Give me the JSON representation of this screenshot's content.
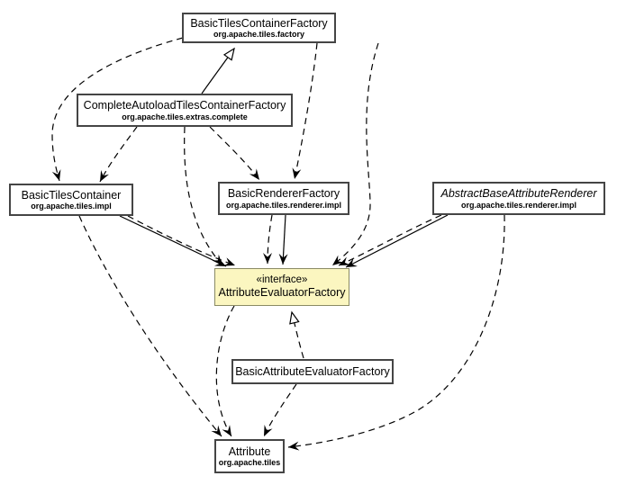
{
  "diagram": {
    "type": "uml-class-diagram",
    "title": "AttributeEvaluatorFactory dependency diagram",
    "colors": {
      "background": "#ffffff",
      "node_fill": "#ffffff",
      "node_border": "#454545",
      "interface_fill": "#fbf6c0",
      "interface_border": "#8a8a64",
      "edge": "#000000"
    },
    "nodes": [
      {
        "id": "basic-tiles-container-factory",
        "name": "BasicTilesContainerFactory",
        "package": "org.apache.tiles.factory"
      },
      {
        "id": "complete-autoload-tiles-container-factory",
        "name": "CompleteAutoloadTilesContainerFactory",
        "package": "org.apache.tiles.extras.complete"
      },
      {
        "id": "basic-tiles-container",
        "name": "BasicTilesContainer",
        "package": "org.apache.tiles.impl"
      },
      {
        "id": "basic-renderer-factory",
        "name": "BasicRendererFactory",
        "package": "org.apache.tiles.renderer.impl"
      },
      {
        "id": "abstract-base-attribute-renderer",
        "name": "AbstractBaseAttributeRenderer",
        "package": "org.apache.tiles.renderer.impl",
        "abstract": true
      },
      {
        "id": "attribute-evaluator-factory",
        "stereotype": "«interface»",
        "name": "AttributeEvaluatorFactory",
        "highlighted": true
      },
      {
        "id": "basic-attribute-evaluator-factory",
        "name": "BasicAttributeEvaluatorFactory"
      },
      {
        "id": "attribute",
        "name": "Attribute",
        "package": "org.apache.tiles"
      }
    ],
    "edges": [
      {
        "from": "CompleteAutoloadTilesContainerFactory",
        "to": "BasicTilesContainerFactory",
        "relation": "generalization",
        "line": "solid"
      },
      {
        "from": "BasicTilesContainerFactory",
        "to": "BasicTilesContainer",
        "relation": "dependency",
        "line": "dashed"
      },
      {
        "from": "BasicTilesContainerFactory",
        "to": "BasicRendererFactory",
        "relation": "dependency",
        "line": "dashed"
      },
      {
        "from": "BasicTilesContainerFactory",
        "to": "AttributeEvaluatorFactory",
        "relation": "dependency",
        "line": "dashed"
      },
      {
        "from": "CompleteAutoloadTilesContainerFactory",
        "to": "BasicTilesContainer",
        "relation": "dependency",
        "line": "dashed"
      },
      {
        "from": "CompleteAutoloadTilesContainerFactory",
        "to": "BasicRendererFactory",
        "relation": "dependency",
        "line": "dashed"
      },
      {
        "from": "CompleteAutoloadTilesContainerFactory",
        "to": "AttributeEvaluatorFactory",
        "relation": "dependency",
        "line": "dashed"
      },
      {
        "from": "BasicTilesContainer",
        "to": "AttributeEvaluatorFactory",
        "relation": "association",
        "line": "solid"
      },
      {
        "from": "BasicTilesContainer",
        "to": "AttributeEvaluatorFactory",
        "relation": "dependency",
        "line": "dashed"
      },
      {
        "from": "BasicRendererFactory",
        "to": "AttributeEvaluatorFactory",
        "relation": "association",
        "line": "solid"
      },
      {
        "from": "BasicRendererFactory",
        "to": "AttributeEvaluatorFactory",
        "relation": "dependency",
        "line": "dashed"
      },
      {
        "from": "AbstractBaseAttributeRenderer",
        "to": "AttributeEvaluatorFactory",
        "relation": "association",
        "line": "solid"
      },
      {
        "from": "AbstractBaseAttributeRenderer",
        "to": "AttributeEvaluatorFactory",
        "relation": "dependency",
        "line": "dashed"
      },
      {
        "from": "BasicAttributeEvaluatorFactory",
        "to": "AttributeEvaluatorFactory",
        "relation": "realization",
        "line": "dashed"
      },
      {
        "from": "BasicTilesContainer",
        "to": "Attribute",
        "relation": "dependency",
        "line": "dashed"
      },
      {
        "from": "AttributeEvaluatorFactory",
        "to": "Attribute",
        "relation": "dependency",
        "line": "dashed"
      },
      {
        "from": "BasicAttributeEvaluatorFactory",
        "to": "Attribute",
        "relation": "dependency",
        "line": "dashed"
      },
      {
        "from": "AbstractBaseAttributeRenderer",
        "to": "Attribute",
        "relation": "dependency",
        "line": "dashed"
      }
    ]
  }
}
